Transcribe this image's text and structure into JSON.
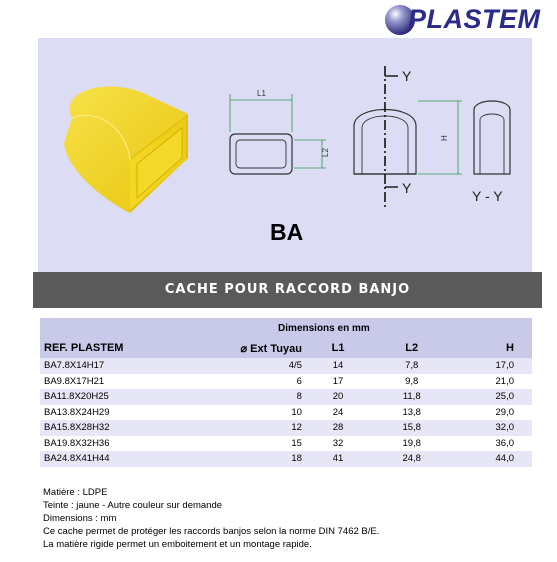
{
  "brand": {
    "name": "PLASTEM"
  },
  "drawing": {
    "model": "BA",
    "label_L1": "L1",
    "label_L2": "L2",
    "label_H": "H",
    "label_Y_top": "Y",
    "label_Y_bottom": "Y",
    "section_label": "Y - Y",
    "colors": {
      "cap": "#f2d21b",
      "panel": "#dcdcf4"
    }
  },
  "banner": {
    "title": "CACHE POUR RACCORD BANJO"
  },
  "table": {
    "group_header": "Dimensions en mm",
    "columns": {
      "ref": "REF. PLASTEM",
      "ext": "⌀ Ext Tuyau",
      "l1": "L1",
      "l2": "L2",
      "h": "H"
    },
    "rows": [
      {
        "ref": "BA7.8X14H17",
        "ext": "4/5",
        "l1": "14",
        "l2": "7,8",
        "h": "17,0"
      },
      {
        "ref": "BA9.8X17H21",
        "ext": "6",
        "l1": "17",
        "l2": "9,8",
        "h": "21,0"
      },
      {
        "ref": "BA11.8X20H25",
        "ext": "8",
        "l1": "20",
        "l2": "11,8",
        "h": "25,0"
      },
      {
        "ref": "BA13.8X24H29",
        "ext": "10",
        "l1": "24",
        "l2": "13,8",
        "h": "29,0"
      },
      {
        "ref": "BA15.8X28H32",
        "ext": "12",
        "l1": "28",
        "l2": "15,8",
        "h": "32,0"
      },
      {
        "ref": "BA19.8X32H36",
        "ext": "15",
        "l1": "32",
        "l2": "19,8",
        "h": "36,0"
      },
      {
        "ref": "BA24.8X41H44",
        "ext": "18",
        "l1": "41",
        "l2": "24,8",
        "h": "44,0"
      }
    ]
  },
  "notes": {
    "material": "Matière  : LDPE",
    "tint": "Teinte  : jaune - Autre couleur sur demande",
    "dimensions": "Dimensions  : mm",
    "description": "Ce cache permet de protéger  les raccords banjos  selon la norme  DIN 7462 B/E.",
    "rigidity": "La matière rigide permet  un emboitement   et un montage  rapide."
  }
}
